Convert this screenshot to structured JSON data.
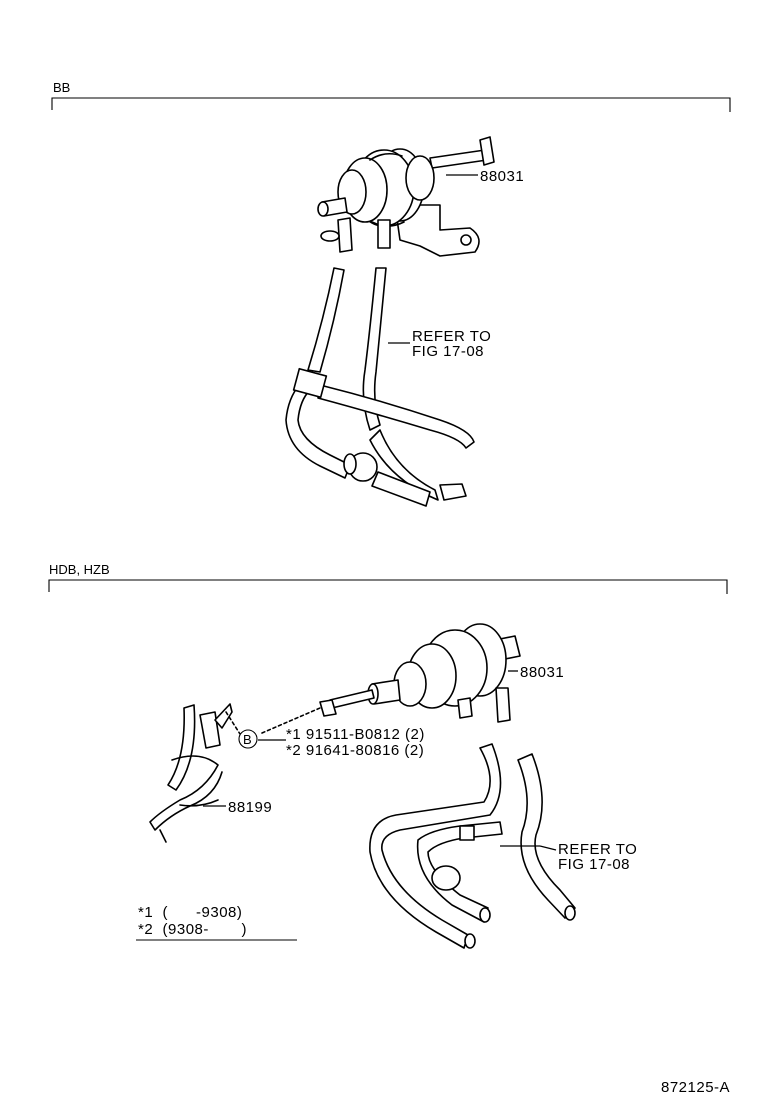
{
  "sections": [
    {
      "header": "BB",
      "labels": {
        "part_main": "88031",
        "refer_line1": "REFER TO",
        "refer_line2": "FIG 17-08"
      }
    },
    {
      "header": "HDB, HZB",
      "labels": {
        "part_main": "88031",
        "callout": "B",
        "fastener1": "*1 91511-B0812 (2)",
        "fastener2": "*2 91641-80816 (2)",
        "bracket": "88199",
        "refer_line1": "REFER TO",
        "refer_line2": "FIG 17-08"
      }
    }
  ],
  "notes": {
    "note1": "*1  (      -9308)",
    "note2": "*2  (9308-       )"
  },
  "figure_id": "872125-A"
}
